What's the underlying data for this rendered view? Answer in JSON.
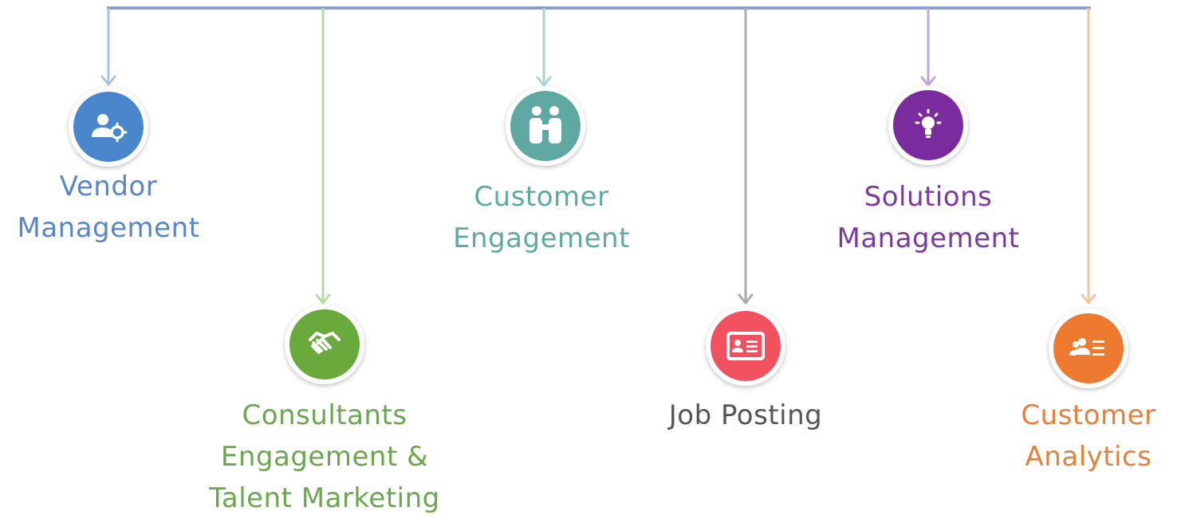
{
  "colors": {
    "top_line": "#8b9fcf",
    "vendor": "#5a86c6",
    "vendor_circle": "#4a86cc",
    "vendor_line": "#a9c3e4",
    "consultants": "#6aa84f",
    "consultants_circle": "#6aaa3c",
    "consultants_line": "#b5dc9f",
    "engagement": "#5ea9a2",
    "engagement_circle": "#5fa8a1",
    "engagement_line": "#a9d4d0",
    "job": "#555555",
    "job_circle": "#f25260",
    "job_line": "#aaaaaa",
    "solutions": "#7a3aa0",
    "solutions_circle": "#7a2c9e",
    "solutions_line": "#c1a3dd",
    "analytics": "#e87f3a",
    "analytics_circle": "#ee7a30",
    "analytics_line": "#f6c3a0"
  },
  "nodes": [
    {
      "id": "vendor",
      "label_lines": [
        "Vendor",
        "Management"
      ],
      "icon": "user-gear-icon"
    },
    {
      "id": "consultants",
      "label_lines": [
        "Consultants",
        "Engagement &",
        "Talent Marketing"
      ],
      "icon": "handshake-icon"
    },
    {
      "id": "engagement",
      "label_lines": [
        "Customer",
        "Engagement"
      ],
      "icon": "people-meeting-icon"
    },
    {
      "id": "job",
      "label_lines": [
        "Job Posting"
      ],
      "icon": "id-card-icon"
    },
    {
      "id": "solutions",
      "label_lines": [
        "Solutions",
        "Management"
      ],
      "icon": "lightbulb-icon"
    },
    {
      "id": "analytics",
      "label_lines": [
        "Customer",
        "Analytics"
      ],
      "icon": "user-list-icon"
    }
  ]
}
